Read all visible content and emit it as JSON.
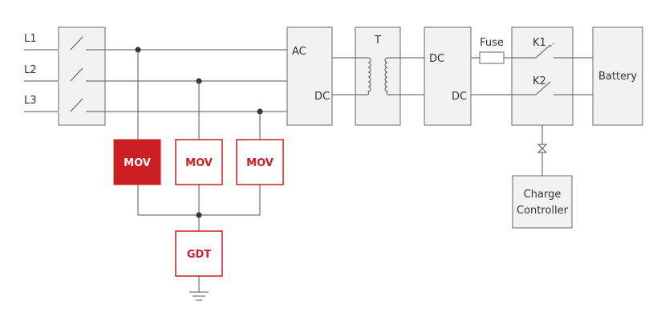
{
  "colors": {
    "accent": "#cc1f24",
    "line": "#555555",
    "block_fill": "#f2f2f2",
    "block_border": "#666666"
  },
  "inputs": {
    "l1": "L1",
    "l2": "L2",
    "l3": "L3"
  },
  "rectifier": {
    "ac": "AC",
    "dc": "DC"
  },
  "transformer": {
    "label": "T"
  },
  "dcdc": {
    "in": "DC",
    "out": "DC"
  },
  "fuse": {
    "label": "Fuse"
  },
  "contactors": {
    "k1": "K1",
    "k2": "K2"
  },
  "battery": {
    "label": "Battery"
  },
  "charge_controller": {
    "line1": "Charge",
    "line2": "Controller"
  },
  "protection": {
    "mov1": "MOV",
    "mov2": "MOV",
    "mov3": "MOV",
    "gdt": "GDT"
  },
  "icons": [
    "breaker-switch-icon",
    "coil-icon",
    "ground-icon",
    "diode-icon",
    "contact-icon"
  ]
}
